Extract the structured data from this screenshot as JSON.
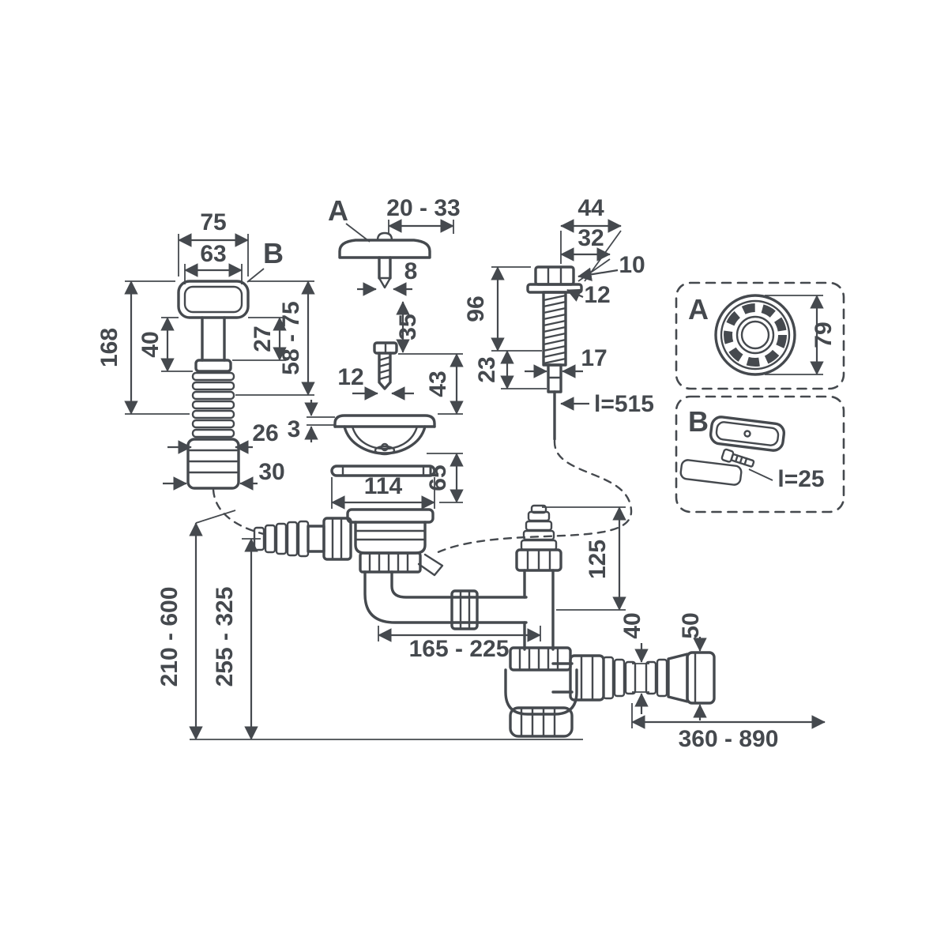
{
  "colors": {
    "line": "#45494e",
    "background": "#ffffff"
  },
  "overflow": {
    "dim_outer_width": "75",
    "dim_inner_width": "63",
    "ref_b": "B",
    "dim_total_height": "168",
    "dim_body_height": "40",
    "dim_stem": "27",
    "dim_adjustable": "58 - 75",
    "dim_hose_od": "26",
    "dim_fitting_od": "30"
  },
  "strainer_exploded": {
    "ref_a": "A",
    "dim_cap_range": "20 - 33",
    "dim_pin_width": "8",
    "dim_screw_offset": "35",
    "dim_screw_width": "12",
    "dim_bowl_depth": "43",
    "dim_flange_thickness": "3",
    "dim_flange_diameter": "114",
    "dim_bowl_height": "65"
  },
  "pull_rod": {
    "dim_flange_width": "44",
    "dim_head_width": "32",
    "dim_head_height": "10",
    "dim_washer_thickness": "12",
    "dim_rod_length": "96",
    "dim_lower_length": "23",
    "dim_adapter_width": "17",
    "length_label": "l=515"
  },
  "detail_a": {
    "ref": "A",
    "dim_diameter": "79"
  },
  "detail_b": {
    "ref": "B",
    "length_label": "l=25"
  },
  "siphon": {
    "dim_inlet_height": "125",
    "dim_horizontal_range": "165 - 225",
    "dim_outlet_od": "40",
    "dim_outlet_cuff_od": "50",
    "dim_depth_range_hose": "210 - 600",
    "dim_depth_range_body": "255 - 325",
    "dim_outlet_length_range": "360 - 890"
  }
}
